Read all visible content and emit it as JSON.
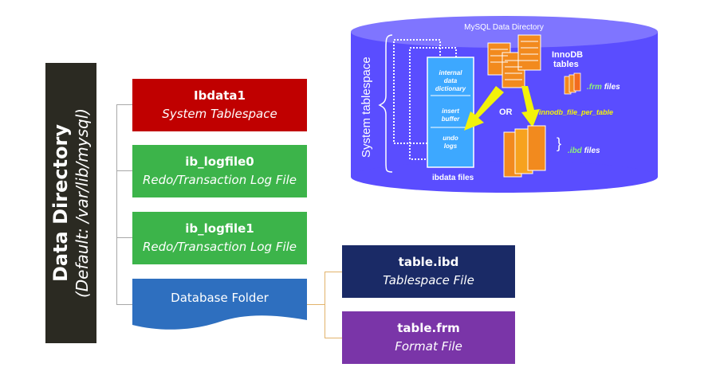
{
  "banner": {
    "title": "Data Directory",
    "subtitle": "(Default: /var/lib/mysql)"
  },
  "files": {
    "ibdata": {
      "name": "Ibdata1",
      "desc": "System Tablespace"
    },
    "logfile0": {
      "name": "ib_logfile0",
      "desc": "Redo/Transaction Log File"
    },
    "logfile1": {
      "name": "ib_logfile1",
      "desc": "Redo/Transaction Log File"
    },
    "db_folder": {
      "name": "Database Folder"
    },
    "table_ibd": {
      "name": "table.ibd",
      "desc": "Tablespace File"
    },
    "table_frm": {
      "name": "table.frm",
      "desc": "Format File"
    }
  },
  "mysql_diagram": {
    "title": "MySQL Data Directory",
    "system_tablespace": "System tablespace",
    "ibdata_items": [
      "internal",
      "data",
      "dictionary",
      "insert",
      "buffer",
      "undo",
      "logs"
    ],
    "ibdata_files": "ibdata files",
    "innodb": "InnoDB",
    "tables": "tables",
    "frm_ext": ".frm",
    "frm_word": "files",
    "or": "OR",
    "file_per_table": "innodb_file_per_table",
    "ibd_ext": ".ibd",
    "ibd_word": "files"
  },
  "colors": {
    "banner": "#2b2a22",
    "system_tablespace_box": "#c00000",
    "log_box": "#3cb44a",
    "db_folder": "#2e6fbf",
    "ibd_box": "#1a2a66",
    "frm_box": "#7a35a8",
    "cylinder": "#5a4dff",
    "arrow": "#f2f20a",
    "orange_file": "#f28a1e"
  }
}
